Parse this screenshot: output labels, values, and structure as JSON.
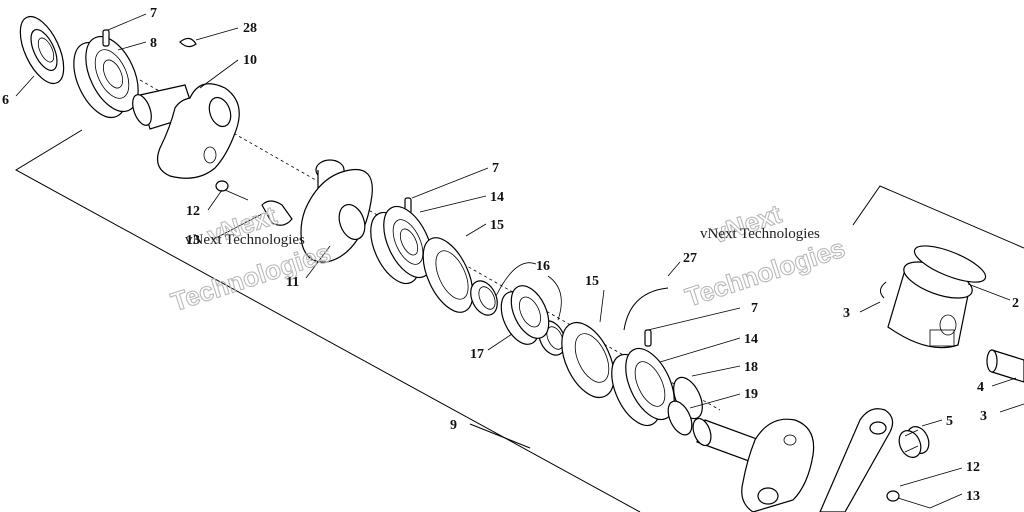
{
  "labels": {
    "l1": "2",
    "l2": "3",
    "l3": "3",
    "l4": "4",
    "l5": "5",
    "l6": "6",
    "l7a": "7",
    "l7b": "7",
    "l7c": "7",
    "l8": "8",
    "l9": "9",
    "l10": "10",
    "l11": "11",
    "l12a": "12",
    "l12b": "12",
    "l13a": "13",
    "l13b": "13",
    "l14a": "14",
    "l14b": "14",
    "l15a": "15",
    "l15b": "15",
    "l16": "16",
    "l17": "17",
    "l18": "18",
    "l19": "19",
    "l27": "27",
    "l28": "28"
  },
  "watermarks": {
    "plain": "vNext Technologies",
    "outline_top": "vNext",
    "outline_bottom": "Technologies"
  }
}
